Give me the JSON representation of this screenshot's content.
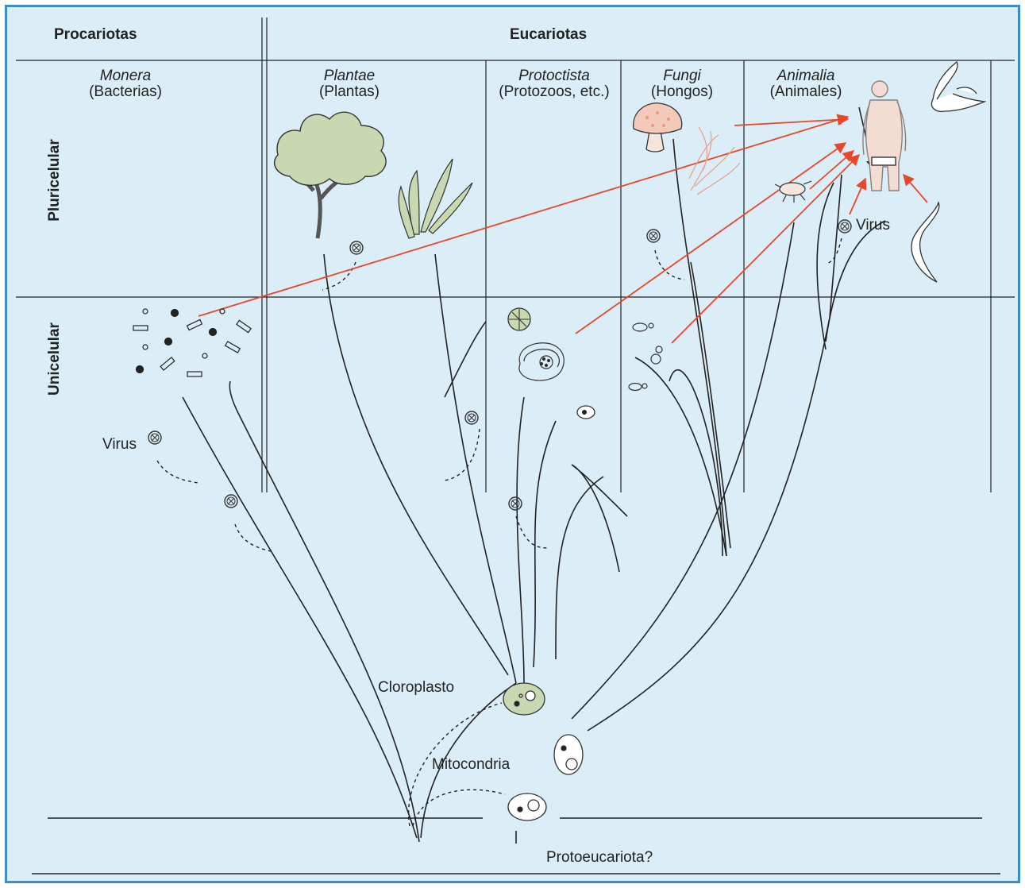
{
  "headers": {
    "prokaryotes": "Procariotas",
    "eukaryotes": "Eucariotas"
  },
  "rows": {
    "multicellular": "Pluricelular",
    "unicellular": "Unicelular"
  },
  "kingdoms": [
    {
      "latin": "Monera",
      "common": "(Bacterias)"
    },
    {
      "latin": "Plantae",
      "common": "(Plantas)"
    },
    {
      "latin": "Protoctista",
      "common": "(Protozoos, etc.)"
    },
    {
      "latin": "Fungi",
      "common": "(Hongos)"
    },
    {
      "latin": "Animalia",
      "common": "(Animales)"
    }
  ],
  "labels": {
    "virus_left": "Virus",
    "virus_right": "Virus",
    "chloroplast": "Cloroplasto",
    "mitochondria": "Mitocondria",
    "protoeukaryote": "Protoeucariota?"
  },
  "colors": {
    "frame": "#3c8cc9",
    "background": "#dbeef7",
    "arrow": "#e8472b",
    "plant_fill": "#c9d8b0",
    "fungus_fill": "#f3c9b9"
  },
  "icons": [
    "tree-icon",
    "seaweed-icon",
    "mushroom-icon",
    "mold-icon",
    "human-icon",
    "bird-icon",
    "worm-icon",
    "insect-icon",
    "virus-icon",
    "cell-icon",
    "bacteria-icon"
  ]
}
